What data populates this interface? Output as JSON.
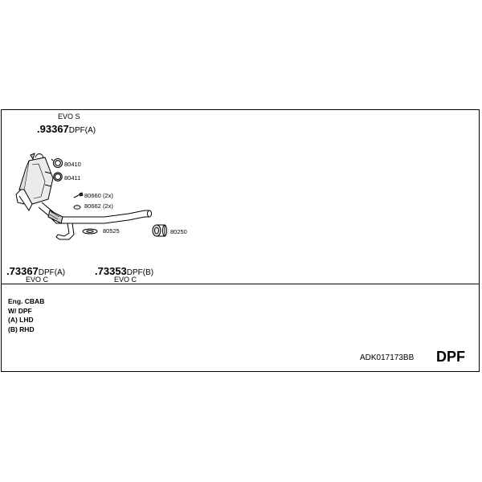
{
  "header_part": {
    "variant": "EVO S",
    "dot": ".",
    "number": "93367",
    "suffix": "DPF(A)"
  },
  "labels": {
    "ring_top": "80410",
    "ring_bottom": "80411",
    "bolt": "80660 (2x)",
    "nut": "80662 (2x)",
    "gasket": "80525",
    "clamp": "80250"
  },
  "bottom_parts": [
    {
      "dot": ".",
      "number": "73367",
      "suffix": "DPF(A)",
      "variant": "EVO C"
    },
    {
      "dot": ".",
      "number": "73353",
      "suffix": "DPF(B)",
      "variant": "EVO C"
    }
  ],
  "notes": [
    "Eng. CBAB",
    "W/ DPF",
    "(A) LHD",
    "(B) RHD"
  ],
  "kit_code": "ADK017173BB",
  "kit_type": "DPF"
}
